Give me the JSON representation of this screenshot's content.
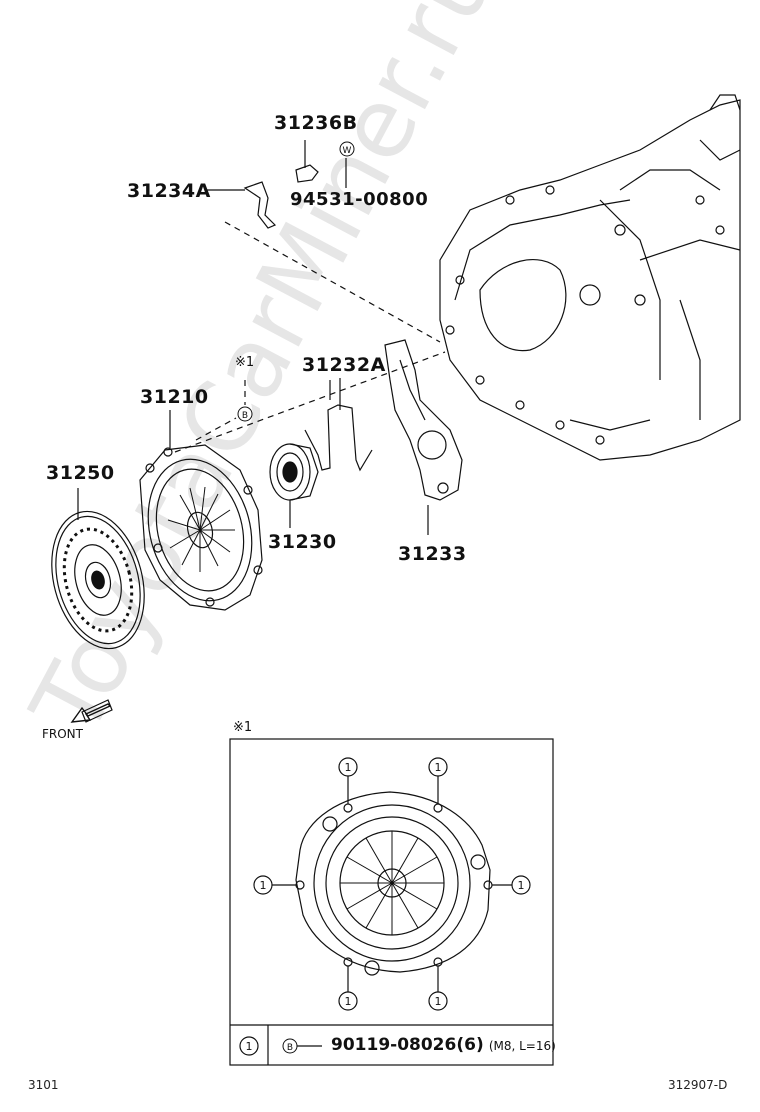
{
  "watermark": "ToyotaCarMiner.ru",
  "parts": {
    "p31236B": "31236B",
    "p31234A": "31234A",
    "p94531": "94531-00800",
    "p31232A": "31232A",
    "p31210": "31210",
    "p31250": "31250",
    "p31230": "31230",
    "p31233": "31233"
  },
  "marks": {
    "note1_top": "※1",
    "note1_box": "※1",
    "w_symbol": "W",
    "b_symbol": "B",
    "bolt_number": "1"
  },
  "front_label": "FRONT",
  "legend": {
    "item_number": "1",
    "b_symbol": "B",
    "part_number": "90119-08026",
    "quantity": "(6)",
    "spec": "(M8, L=16)"
  },
  "footer": {
    "left": "3101",
    "right": "312907-D"
  }
}
